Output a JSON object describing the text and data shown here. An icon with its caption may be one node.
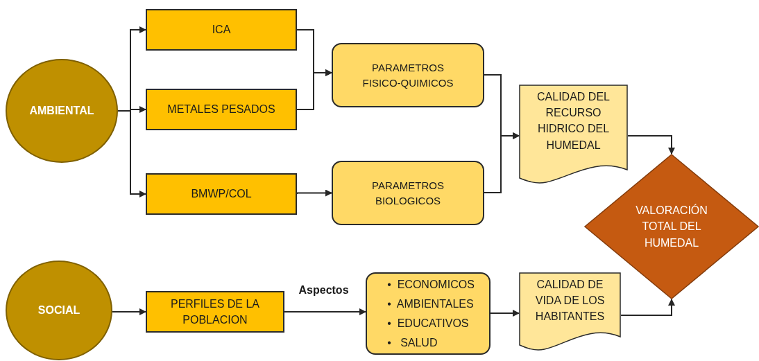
{
  "diagram": {
    "nodes": [
      {
        "text": [
          "AMBIENTAL"
        ]
      },
      {
        "text": [
          "ICA"
        ]
      },
      {
        "text": [
          "METALES PESADOS"
        ]
      },
      {
        "text": [
          "BMWP/COL"
        ]
      },
      {
        "text": [
          "PARAMETROS FISICO-QUIMICOS"
        ]
      },
      {
        "text": [
          "PARAMETROS BIOLOGICOS"
        ]
      },
      {
        "text": [
          "CALIDAD DEL RECURSO HIDRICO DEL HUMEDAL"
        ]
      },
      {
        "text": [
          "VALORACIÓN TOTAL DEL HUMEDAL"
        ]
      },
      {
        "text": [
          "SOCIAL"
        ]
      },
      {
        "text": [
          "PERFILES DE LA POBLACION"
        ]
      },
      {
        "text": [
          "•  ECONOMICOS",
          "•  AMBIENTALES",
          "•  EDUCATIVOS",
          "•   SALUD"
        ]
      },
      {
        "text": [
          "CALIDAD DE VIDA DE LOS HABITANTES"
        ]
      }
    ],
    "edges": [
      {
        "from": 0,
        "to": 1,
        "arrow": "to"
      },
      {
        "from": 0,
        "to": 2,
        "arrow": "to"
      },
      {
        "from": 0,
        "to": 3,
        "arrow": "to"
      },
      {
        "from": 1,
        "to": 4,
        "arrow": "to"
      },
      {
        "from": 2,
        "to": 4,
        "arrow": "to"
      },
      {
        "from": 3,
        "to": 5,
        "arrow": "to"
      },
      {
        "from": 4,
        "to": 6,
        "arrow": "to"
      },
      {
        "from": 5,
        "to": 6,
        "arrow": "to"
      },
      {
        "from": 6,
        "to": 7,
        "arrow": "to"
      },
      {
        "from": 8,
        "to": 9,
        "arrow": "to"
      },
      {
        "from": 9,
        "to": 10,
        "arrow": "to",
        "label": "Aspectos"
      },
      {
        "from": 10,
        "to": 11,
        "arrow": "to"
      },
      {
        "from": 11,
        "to": 7,
        "arrow": "to"
      }
    ]
  }
}
